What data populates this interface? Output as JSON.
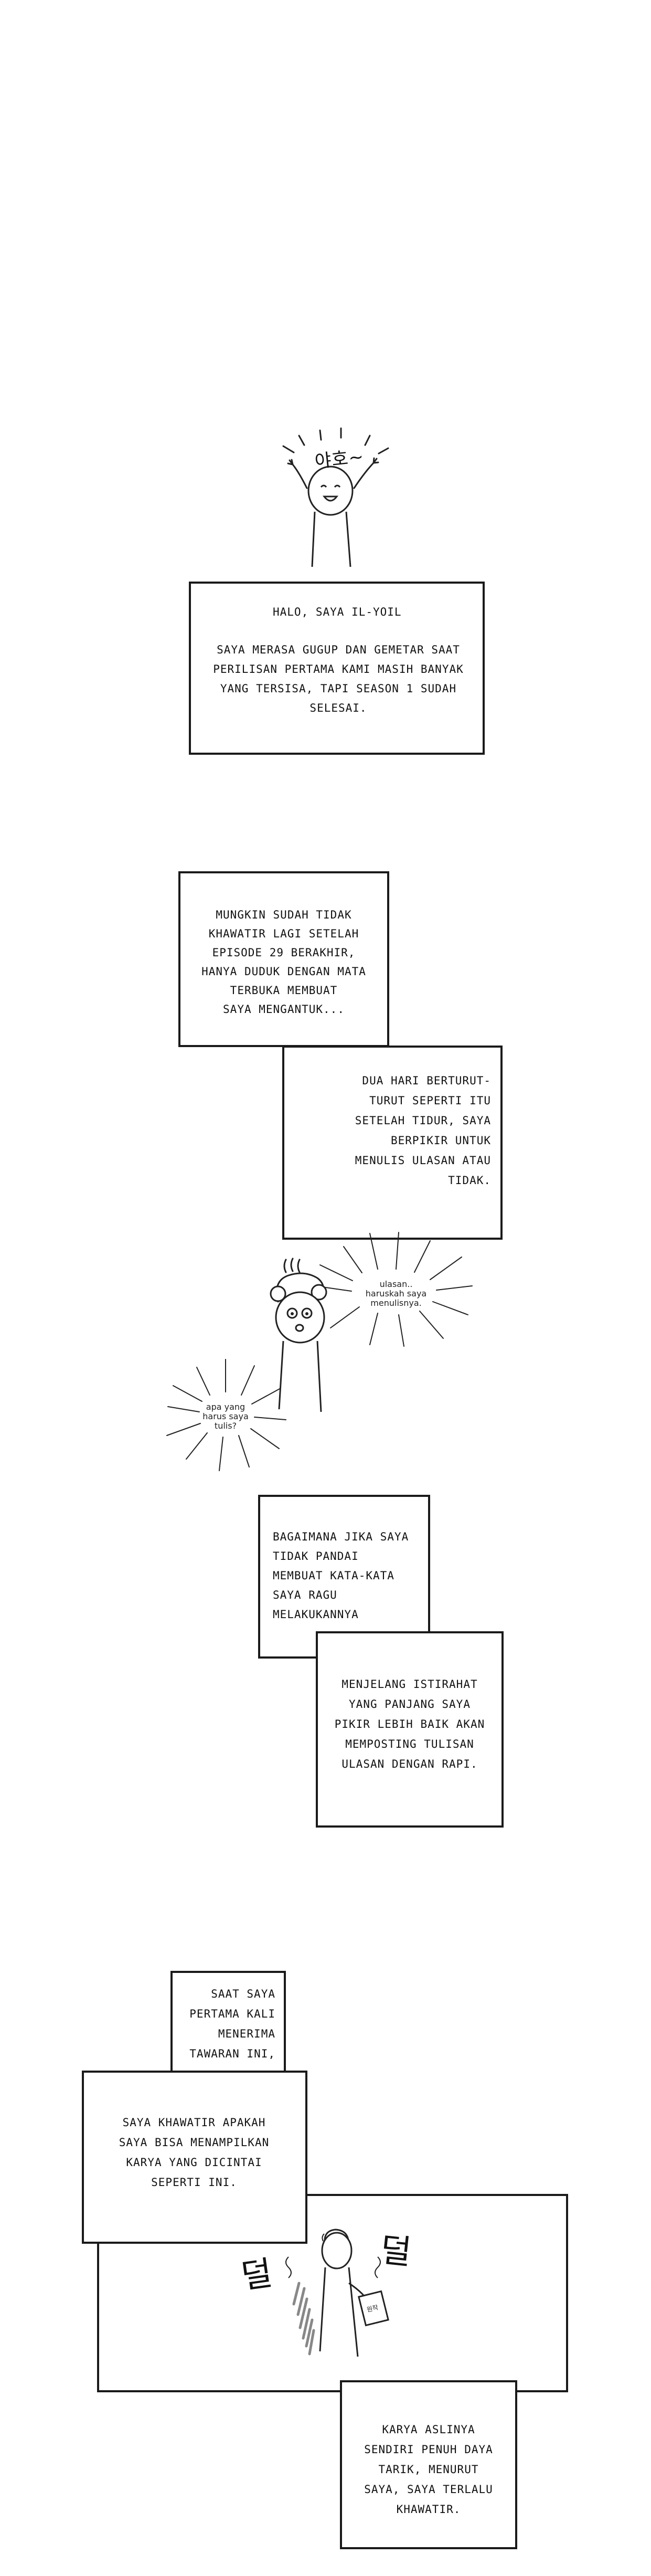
{
  "panel1": {
    "exclaim": "야호~",
    "greeting": "HALO, SAYA IL-YOIL",
    "body": "SAYA MERASA GUGUP DAN GEMETAR SAAT\nPERILISAN PERTAMA KAMI MASIH BANYAK\nYANG TERSISA, TAPI SEASON 1 SUDAH\nSELESAI."
  },
  "panel2": {
    "box_a": "MUNGKIN SUDAH TIDAK\nKHAWATIR LAGI SETELAH\nEPISODE 29 BERAKHIR,\nHANYA DUDUK DENGAN MATA\nTERBUKA MEMBUAT\nSAYA MENGANTUK...",
    "box_b": "DUA HARI BERTURUT-\nTURUT SEPERTI ITU\nSETELAH TIDUR, SAYA\nBERPIKIR UNTUK\nMENULIS ULASAN ATAU\nTIDAK."
  },
  "panel3": {
    "burst_right": [
      "ulasan..",
      "haruskah saya",
      "menulisnya."
    ],
    "burst_left": [
      "apa yang",
      "harus saya",
      "tulis?"
    ],
    "box_a": "BAGAIMANA JIKA SAYA\nTIDAK PANDAI\nMEMBUAT KATA-KATA\nSAYA RAGU\nMELAKUKANNYA",
    "box_b": "MENJELANG ISTIRAHAT\nYANG PANJANG SAYA\nPIKIR LEBIH BAIK AKAN\nMEMPOSTING TULISAN\nULASAN DENGAN RAPI."
  },
  "panel4": {
    "box_a": "SAAT SAYA\nPERTAMA KALI\nMENERIMA\nTAWARAN INI,",
    "box_b": "SAYA KHAWATIR APAKAH\nSAYA BISA MENAMPILKAN\nKARYA YANG DICINTAI\nSEPERTI INI.",
    "sfx_left": "덜",
    "sfx_right": "덜",
    "paper_label": "원작",
    "box_c": "KARYA ASLINYA\nSENDIRI PENUH DAYA\nTARIK, MENURUT\nSAYA, SAYA TERLALU\nKHAWATIR."
  }
}
